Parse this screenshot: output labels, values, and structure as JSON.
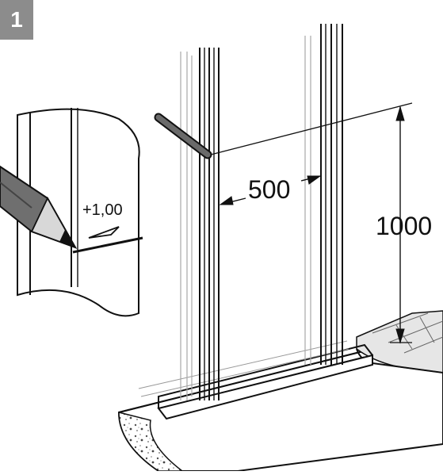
{
  "step": {
    "number": "1"
  },
  "dimensions": {
    "spacing": "500",
    "height": "1000"
  },
  "detail": {
    "level_mark": "+1,00"
  },
  "colors": {
    "line": "#111111",
    "badge": "#8c8c8c",
    "pencil": "#6f6f6f",
    "floor_texture": "#9a9a9a"
  }
}
